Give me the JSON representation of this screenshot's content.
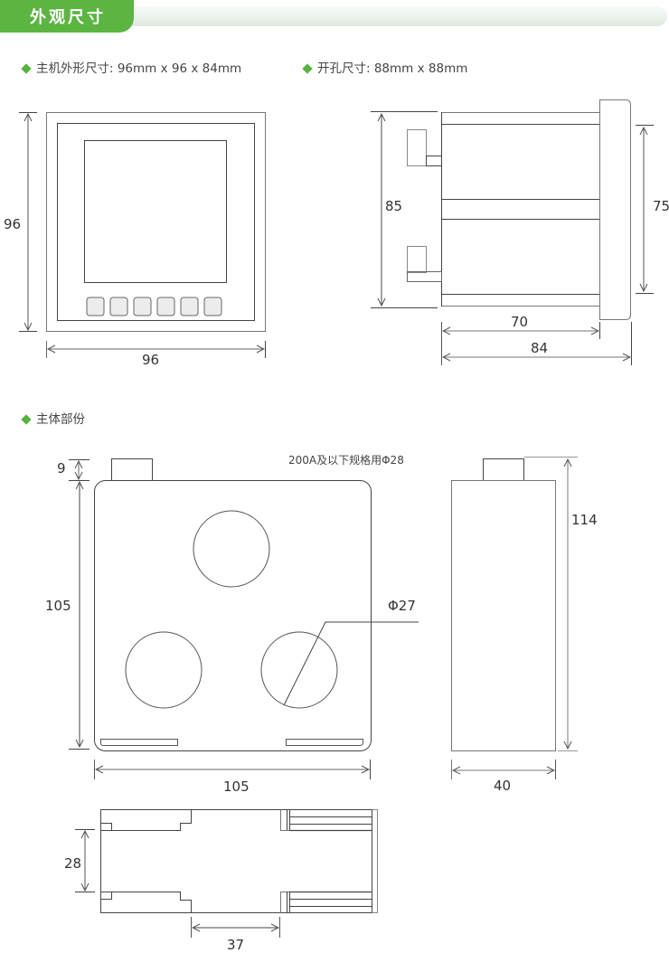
{
  "header": {
    "title": "外观尺寸",
    "accent_color": "#5cb443"
  },
  "specs": {
    "host_size": "主机外形尺寸: 96mm x 96 x 84mm",
    "cutout_size": "开孔尺寸: 88mm x 88mm",
    "body_section": "主体部份",
    "bullet_color": "#56b23c"
  },
  "front_view": {
    "width_label": "96",
    "height_label": "96",
    "button_count": 6
  },
  "side_view": {
    "height_label": "85",
    "panel_height_label": "75",
    "body_depth_label": "70",
    "total_depth_label": "84"
  },
  "ct_front_view": {
    "top_tab_label": "9",
    "height_label": "105",
    "width_label": "105",
    "hole_label": "Φ27",
    "note": "200A及以下规格用Φ28"
  },
  "ct_side_view": {
    "height_label": "114",
    "width_label": "40"
  },
  "ct_bottom_view": {
    "height_label": "28",
    "gap_label": "37"
  }
}
